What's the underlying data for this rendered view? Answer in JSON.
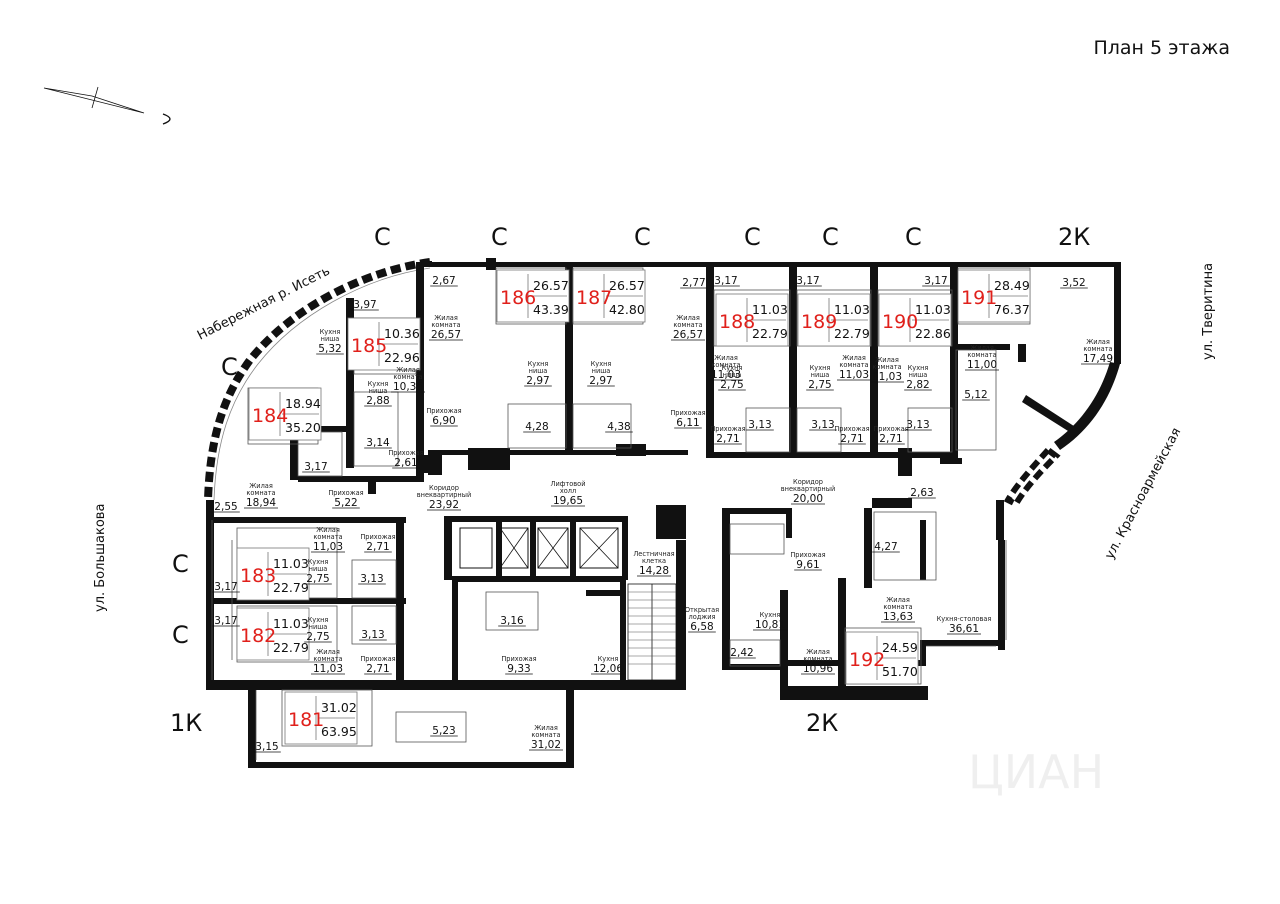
{
  "title": "План 5 этажа",
  "watermark": "ЦИАН",
  "streets": [
    {
      "id": "naberezhnaya",
      "text": "Набережная р. Исеть"
    },
    {
      "id": "tveritina",
      "text": "ул. Тверитина"
    },
    {
      "id": "krasnoarmeyskaya",
      "text": "ул. Красноармейская"
    },
    {
      "id": "bolshakova",
      "text": "ул. Большакова"
    }
  ],
  "type_markers": [
    {
      "id": "c-1",
      "text": "С"
    },
    {
      "id": "c-2",
      "text": "С"
    },
    {
      "id": "c-3",
      "text": "С"
    },
    {
      "id": "c-4",
      "text": "С"
    },
    {
      "id": "c-5",
      "text": "С"
    },
    {
      "id": "c-6",
      "text": "С"
    },
    {
      "id": "c-7",
      "text": "С"
    },
    {
      "id": "c-8",
      "text": "С"
    },
    {
      "id": "c-9",
      "text": "С"
    },
    {
      "id": "2k-1",
      "text": "2К"
    },
    {
      "id": "2k-2",
      "text": "2К"
    },
    {
      "id": "1k-1",
      "text": "1К"
    }
  ],
  "apartments": [
    {
      "id": "186",
      "number": "186",
      "living": "26.57",
      "total": "43.39"
    },
    {
      "id": "187",
      "number": "187",
      "living": "26.57",
      "total": "42.80"
    },
    {
      "id": "188",
      "number": "188",
      "living": "11.03",
      "total": "22.79"
    },
    {
      "id": "189",
      "number": "189",
      "living": "11.03",
      "total": "22.79"
    },
    {
      "id": "190",
      "number": "190",
      "living": "11.03",
      "total": "22.86"
    },
    {
      "id": "191",
      "number": "191",
      "living": "28.49",
      "total": "76.37"
    },
    {
      "id": "185",
      "number": "185",
      "living": "10.36",
      "total": "22.96"
    },
    {
      "id": "184",
      "number": "184",
      "living": "18.94",
      "total": "35.20"
    },
    {
      "id": "183",
      "number": "183",
      "living": "11.03",
      "total": "22.79"
    },
    {
      "id": "182",
      "number": "182",
      "living": "11.03",
      "total": "22.79"
    },
    {
      "id": "181",
      "number": "181",
      "living": "31.02",
      "total": "63.95"
    },
    {
      "id": "192",
      "number": "192",
      "living": "24.59",
      "total": "51.70"
    }
  ],
  "rooms": [
    {
      "id": "r01",
      "label": "",
      "value": "2,67"
    },
    {
      "id": "r02",
      "label": "Жилая комната",
      "value": "26,57"
    },
    {
      "id": "r03",
      "label": "Прихожая",
      "value": "6,90"
    },
    {
      "id": "r04",
      "label": "",
      "value": "3,97"
    },
    {
      "id": "r05",
      "label": "Кухня ниша",
      "value": "5,32"
    },
    {
      "id": "r06",
      "label": "Кухня ниша",
      "value": "2,88"
    },
    {
      "id": "r07",
      "label": "Жилая комната",
      "value": "10,36"
    },
    {
      "id": "r08",
      "label": "",
      "value": "3,14"
    },
    {
      "id": "r09",
      "label": "Прихожая",
      "value": "2,61"
    },
    {
      "id": "r10",
      "label": "",
      "value": "3,17"
    },
    {
      "id": "r11",
      "label": "Жилая комната",
      "value": "18,94"
    },
    {
      "id": "r12",
      "label": "",
      "value": "2,55"
    },
    {
      "id": "r13",
      "label": "Прихожая",
      "value": "5,22"
    },
    {
      "id": "r14",
      "label": "Коридор внеквартирный",
      "value": "23,92"
    },
    {
      "id": "r15",
      "label": "Кухня ниша",
      "value": "2,97"
    },
    {
      "id": "r16",
      "label": "Кухня ниша",
      "value": "2,97"
    },
    {
      "id": "r17",
      "label": "",
      "value": "4,28"
    },
    {
      "id": "r18",
      "label": "",
      "value": "4,38"
    },
    {
      "id": "r19",
      "label": "",
      "value": "2,77"
    },
    {
      "id": "r20",
      "label": "Жилая комната",
      "value": "26,57"
    },
    {
      "id": "r21",
      "label": "Прихожая",
      "value": "6,11"
    },
    {
      "id": "r22",
      "label": "Лифтовой холл",
      "value": "19,65"
    },
    {
      "id": "r23",
      "label": "",
      "value": "3,17"
    },
    {
      "id": "r24",
      "label": "Жилая комната",
      "value": "11,03"
    },
    {
      "id": "r25",
      "label": "Кухня ниша",
      "value": "2,75"
    },
    {
      "id": "r26",
      "label": "Прихожая",
      "value": "2,71"
    },
    {
      "id": "r27",
      "label": "",
      "value": "3,13"
    },
    {
      "id": "r28",
      "label": "",
      "value": "3,17"
    },
    {
      "id": "r29",
      "label": "Кухня ниша",
      "value": "2,75"
    },
    {
      "id": "r30",
      "label": "Жилая комната",
      "value": "11,03"
    },
    {
      "id": "r31",
      "label": "",
      "value": "3,13"
    },
    {
      "id": "r32",
      "label": "Прихожая",
      "value": "2,71"
    },
    {
      "id": "r33",
      "label": "",
      "value": "3,17"
    },
    {
      "id": "r34",
      "label": "Жилая комната",
      "value": "11,03"
    },
    {
      "id": "r35",
      "label": "Кухня ниша",
      "value": "2,82"
    },
    {
      "id": "r36",
      "label": "Прихожая",
      "value": "2,71"
    },
    {
      "id": "r37",
      "label": "",
      "value": "3,13"
    },
    {
      "id": "r38",
      "label": "Коридор внеквартирный",
      "value": "20,00"
    },
    {
      "id": "r39",
      "label": "",
      "value": "3,52"
    },
    {
      "id": "r40",
      "label": "Жилая комната",
      "value": "11,00"
    },
    {
      "id": "r41",
      "label": "Жилая комната",
      "value": "17,49"
    },
    {
      "id": "r42",
      "label": "",
      "value": "5,12"
    },
    {
      "id": "r43",
      "label": "",
      "value": "2,63"
    },
    {
      "id": "r44",
      "label": "",
      "value": "4,27"
    },
    {
      "id": "r45",
      "label": "Кухня-столовая",
      "value": "36,61"
    },
    {
      "id": "r46",
      "label": "Жилая комната",
      "value": "11,03"
    },
    {
      "id": "r47",
      "label": "Прихожая",
      "value": "2,71"
    },
    {
      "id": "r48",
      "label": "Кухня ниша",
      "value": "2,75"
    },
    {
      "id": "r49",
      "label": "",
      "value": "3,17"
    },
    {
      "id": "r50",
      "label": "",
      "value": "3,13"
    },
    {
      "id": "r51",
      "label": "",
      "value": "3,17"
    },
    {
      "id": "r52",
      "label": "Кухня ниша",
      "value": "2,75"
    },
    {
      "id": "r53",
      "label": "",
      "value": "3,13"
    },
    {
      "id": "r54",
      "label": "Жилая комната",
      "value": "11,03"
    },
    {
      "id": "r55",
      "label": "Прихожая",
      "value": "2,71"
    },
    {
      "id": "r56",
      "label": "",
      "value": "3,16"
    },
    {
      "id": "r57",
      "label": "Прихожая",
      "value": "9,33"
    },
    {
      "id": "r58",
      "label": "Кухня",
      "value": "12,06"
    },
    {
      "id": "r59",
      "label": "Лестничная клетка",
      "value": "14,28"
    },
    {
      "id": "r60",
      "label": "Открытая лоджия",
      "value": "6,58"
    },
    {
      "id": "r61",
      "label": "Прихожая",
      "value": "9,61"
    },
    {
      "id": "r62",
      "label": "Кухня",
      "value": "10,81"
    },
    {
      "id": "r63",
      "label": "",
      "value": "2,42"
    },
    {
      "id": "r64",
      "label": "Жилая комната",
      "value": "10,96"
    },
    {
      "id": "r65",
      "label": "Жилая комната",
      "value": "13,63"
    },
    {
      "id": "r66",
      "label": "",
      "value": "5,23"
    },
    {
      "id": "r67",
      "label": "Жилая комната",
      "value": "31,02"
    },
    {
      "id": "r68",
      "label": "",
      "value": "3,15"
    }
  ]
}
